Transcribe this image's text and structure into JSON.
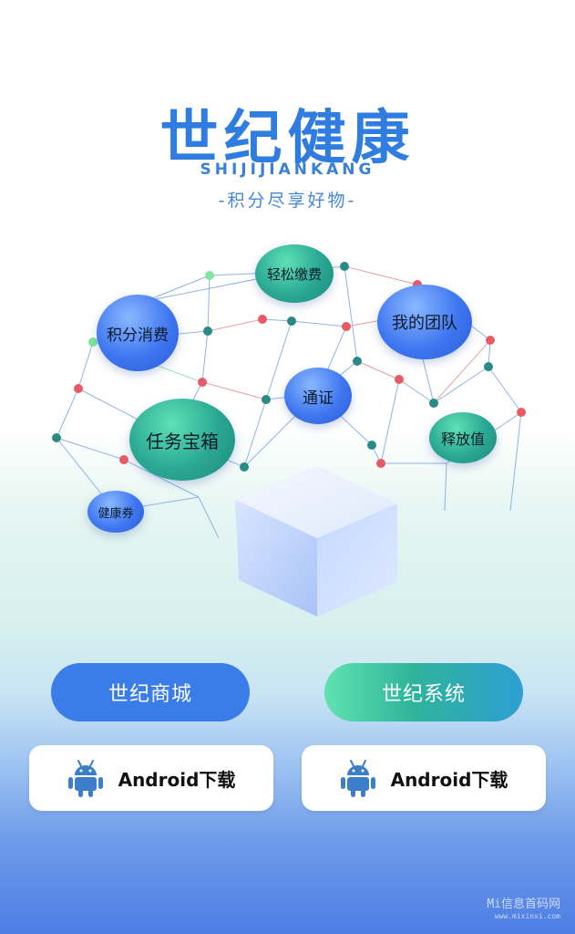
{
  "header": {
    "title": "世纪健康",
    "pinyin": "SHIJIJIANKANG",
    "slogan": "-积分尽享好物-"
  },
  "bubbles": {
    "points_consume": "积分消费",
    "easy_pay": "轻松缴费",
    "my_team": "我的团队",
    "voucher": "通证",
    "task_box": "任务宝箱",
    "release_value": "释放值",
    "health_coupon": "健康券"
  },
  "buttons": {
    "mall": "世纪商城",
    "system": "世纪系统",
    "download_left": "Android下载",
    "download_right": "Android下载"
  },
  "icons": {
    "download": "android-icon"
  },
  "colors": {
    "primary_blue": "#3a7ce8",
    "teal": "#2fb39b",
    "title_blue": "#2f7de0"
  },
  "watermark": {
    "line1": "Mi信息首码网",
    "line2": "www.mixinxi.com"
  }
}
